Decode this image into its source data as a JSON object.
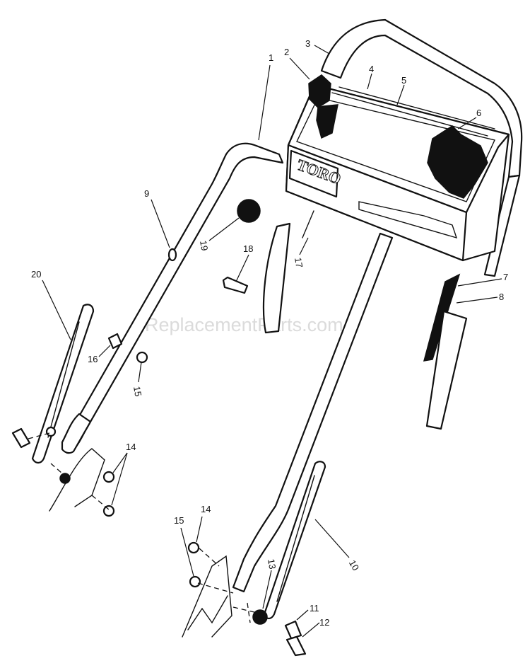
{
  "brand_label": "TORO",
  "watermark": "eReplacementParts.com",
  "callouts": {
    "c1": "1",
    "c2": "2",
    "c3": "3",
    "c4": "4",
    "c5": "5",
    "c6": "6",
    "c7": "7",
    "c8": "8",
    "c9": "9",
    "c10": "10",
    "c11": "11",
    "c12": "12",
    "c13": "13",
    "c14a": "14",
    "c14b": "14",
    "c15a": "15",
    "c15b": "15",
    "c16": "16",
    "c17": "17",
    "c18": "18",
    "c19": "19",
    "c20": "20"
  }
}
